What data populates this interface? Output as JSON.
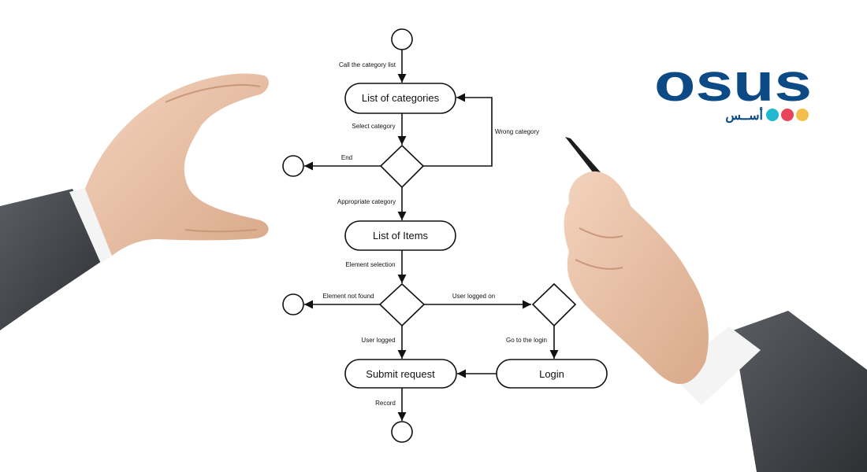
{
  "colors": {
    "logo_blue": "#0c4a86",
    "dot_teal": "#22b8cf",
    "dot_red": "#e8455a",
    "dot_yellow": "#f3bf4a",
    "line": "#111111"
  },
  "logo": {
    "latin": "osus",
    "arabic": "أســس"
  },
  "diagram": {
    "nodes": {
      "list_of_categories": "List of categories",
      "list_of_items": "List of Items",
      "submit_request": "Submit request",
      "login": "Login"
    },
    "edges": {
      "call_category_list": "Call the category list",
      "select_category": "Select category",
      "wrong_category": "Wrong category",
      "end": "End",
      "appropriate_category": "Appropriate category",
      "element_selection": "Element selection",
      "element_not_found": "Element not found",
      "user_logged_on": "User logged on",
      "user_logged": "User logged",
      "go_to_login": "Go to the login",
      "record": "Record"
    }
  }
}
